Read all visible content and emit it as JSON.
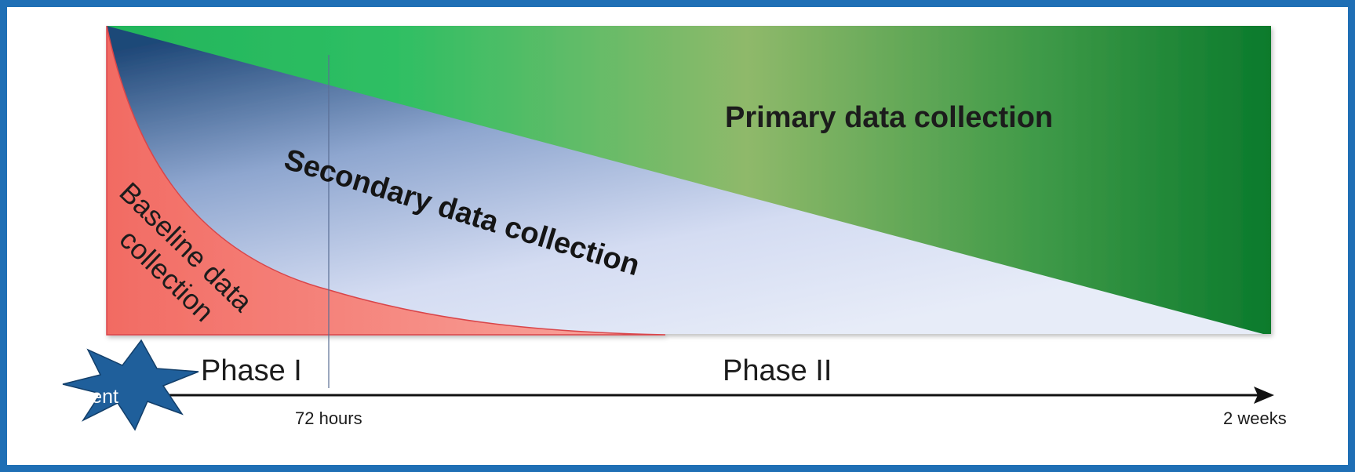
{
  "diagram": {
    "regions": {
      "primary": "Primary data collection",
      "secondary": "Secondary data collection",
      "baseline_line1": "Baseline data",
      "baseline_line2": "collection"
    },
    "phases": {
      "phase1": "Phase I",
      "phase2": "Phase II"
    },
    "timeline": {
      "event_label": "Event",
      "tick_72h": "72 hours",
      "tick_end": "2 weeks"
    },
    "colors": {
      "border": "#1f6fb5",
      "primary_green_light": "#34c06a",
      "primary_green_dark": "#0b7a2c",
      "secondary_blue_dark": "#2f5585",
      "secondary_blue_light": "#e3e9f7",
      "baseline_red": "#f27a72",
      "event_star": "#1f5f9b"
    }
  }
}
